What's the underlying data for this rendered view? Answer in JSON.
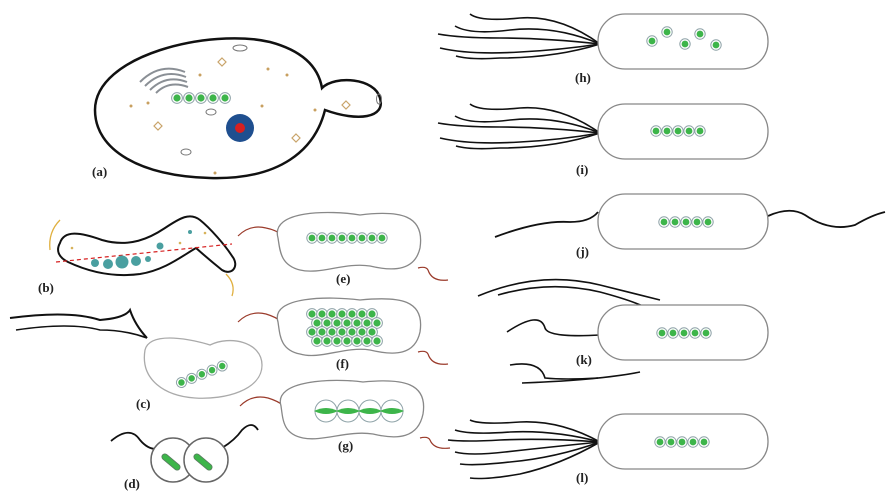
{
  "panels": [
    {
      "id": "a",
      "label": "(a)"
    },
    {
      "id": "b",
      "label": "(b)"
    },
    {
      "id": "c",
      "label": "(c)"
    },
    {
      "id": "d",
      "label": "(d)"
    },
    {
      "id": "e",
      "label": "(e)"
    },
    {
      "id": "f",
      "label": "(f)"
    },
    {
      "id": "g",
      "label": "(g)"
    },
    {
      "id": "h",
      "label": "(h)"
    },
    {
      "id": "i",
      "label": "(i)"
    },
    {
      "id": "j",
      "label": "(j)"
    },
    {
      "id": "k",
      "label": "(k)"
    },
    {
      "id": "l",
      "label": "(l)"
    }
  ],
  "colors": {
    "cell_outline": "#555555",
    "yeast_outline": "#111111",
    "magnetosome_fill": "#3db54a",
    "magnetosome_ring": "#8fa3a8",
    "nucleus": "#1f4f8f",
    "nucleus_core": "#d62020",
    "flagellum": "#111111",
    "flagellum_red": "#9a3a2a",
    "granule": "#d7b25a",
    "dashed_axis": "#d62020"
  }
}
